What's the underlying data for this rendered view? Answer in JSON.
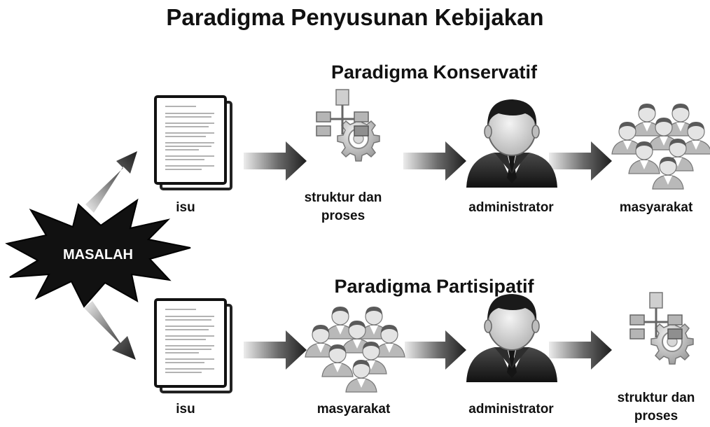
{
  "title": "Paradigma Penyusunan Kebijakan",
  "problem": {
    "label": "MASALAH"
  },
  "conservative": {
    "title": "Paradigma Konservatif",
    "steps": [
      {
        "label": "isu",
        "icon": "document-icon"
      },
      {
        "label": "struktur dan proses",
        "icon": "structure-gear-icon"
      },
      {
        "label": "administrator",
        "icon": "administrator-icon"
      },
      {
        "label": "masyarakat",
        "icon": "people-group-icon"
      }
    ]
  },
  "participative": {
    "title": "Paradigma Partisipatif",
    "steps": [
      {
        "label": "isu",
        "icon": "document-icon"
      },
      {
        "label": "masyarakat",
        "icon": "people-group-icon"
      },
      {
        "label": "administrator",
        "icon": "administrator-icon"
      },
      {
        "label": "struktur dan proses",
        "icon": "structure-gear-icon"
      }
    ]
  },
  "colors": {
    "burst": "#111111",
    "arrow_dark": "#2a2a2a",
    "arrow_light": "#e6e6e6"
  }
}
